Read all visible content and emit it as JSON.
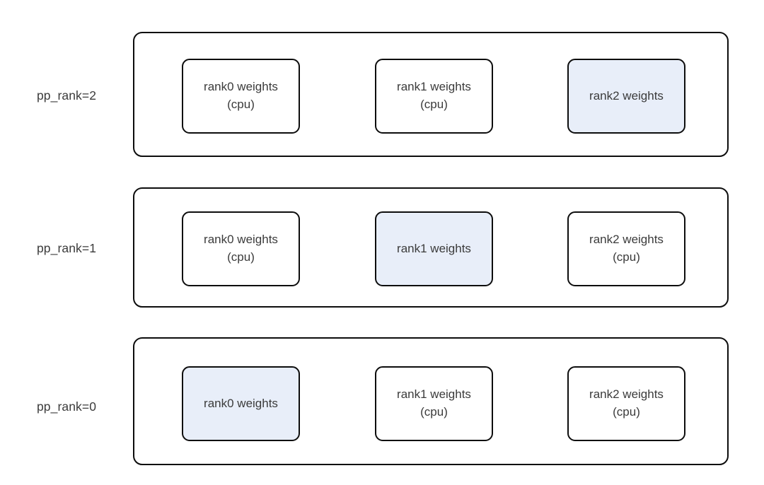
{
  "diagram": {
    "type": "block-diagram",
    "description": "Pipeline parallel ranks each holding three sets of rank weights; the set local to that pipeline rank is highlighted, the others are held on cpu",
    "colors": {
      "background": "#ffffff",
      "stroke": "#0d0d0d",
      "text": "#3b3b3b",
      "box_fill": "#ffffff",
      "highlight_fill": "#e8eef9"
    },
    "rows": [
      {
        "label": "pp_rank=2",
        "boxes": [
          {
            "title": "rank0 weights",
            "sub": "(cpu)",
            "highlight": false
          },
          {
            "title": "rank1 weights",
            "sub": "(cpu)",
            "highlight": false
          },
          {
            "title": "rank2 weights",
            "sub": "",
            "highlight": true
          }
        ]
      },
      {
        "label": "pp_rank=1",
        "boxes": [
          {
            "title": "rank0 weights",
            "sub": "(cpu)",
            "highlight": false
          },
          {
            "title": "rank1 weights",
            "sub": "",
            "highlight": true
          },
          {
            "title": "rank2 weights",
            "sub": "(cpu)",
            "highlight": false
          }
        ]
      },
      {
        "label": "pp_rank=0",
        "boxes": [
          {
            "title": "rank0 weights",
            "sub": "",
            "highlight": true
          },
          {
            "title": "rank1 weights",
            "sub": "(cpu)",
            "highlight": false
          },
          {
            "title": "rank2 weights",
            "sub": "(cpu)",
            "highlight": false
          }
        ]
      }
    ]
  }
}
